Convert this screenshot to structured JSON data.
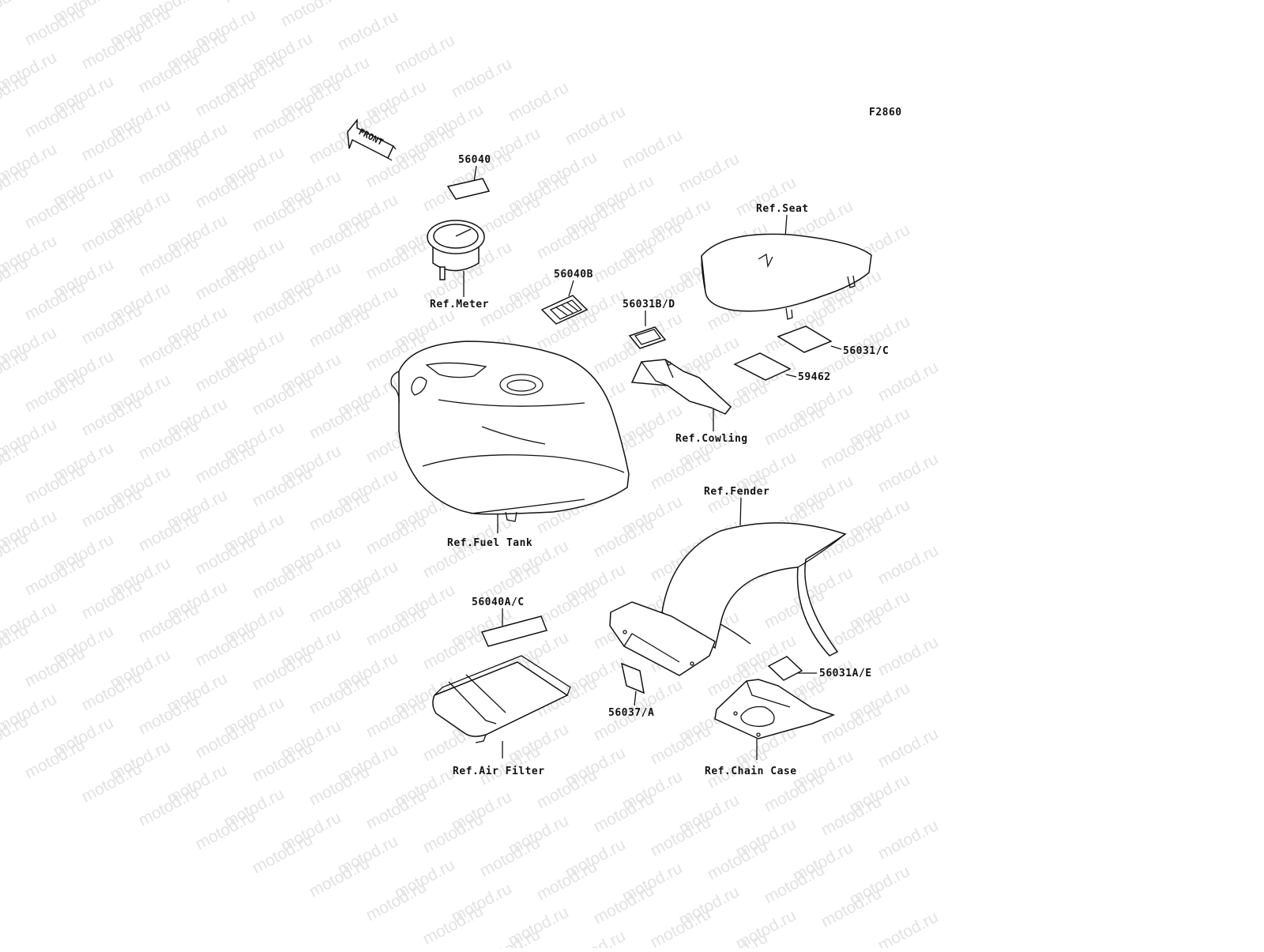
{
  "watermark": "motod.ru",
  "figure_code": "F2860",
  "front_arrow": "FRONT",
  "labels": {
    "p56040": "56040",
    "ref_meter": "Ref.Meter",
    "p56040b": "56040B",
    "p56031bd": "56031B/D",
    "ref_seat": "Ref.Seat",
    "p56031c": "56031/C",
    "p59462": "59462",
    "ref_cowling": "Ref.Cowling",
    "ref_fuel_tank": "Ref.Fuel Tank",
    "ref_fender": "Ref.Fender",
    "p56040ac": "56040A/C",
    "p56031ae": "56031A/E",
    "p56037a": "56037/A",
    "ref_air_filter": "Ref.Air Filter",
    "ref_chain_case": "Ref.Chain Case"
  }
}
